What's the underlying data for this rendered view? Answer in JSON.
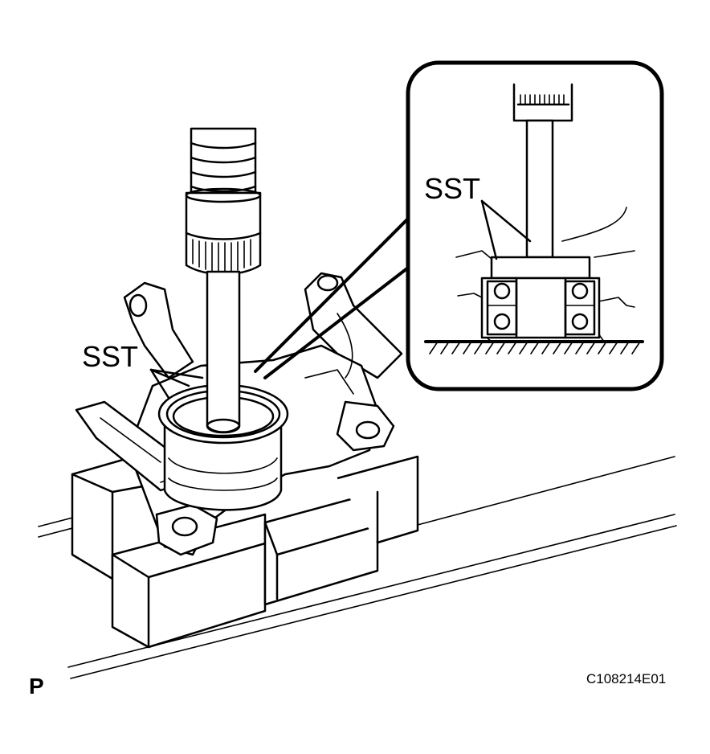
{
  "labels": {
    "sst_main": "SST",
    "sst_inset": "SST",
    "corner_mark": "P",
    "figure_id": "C108214E01"
  }
}
